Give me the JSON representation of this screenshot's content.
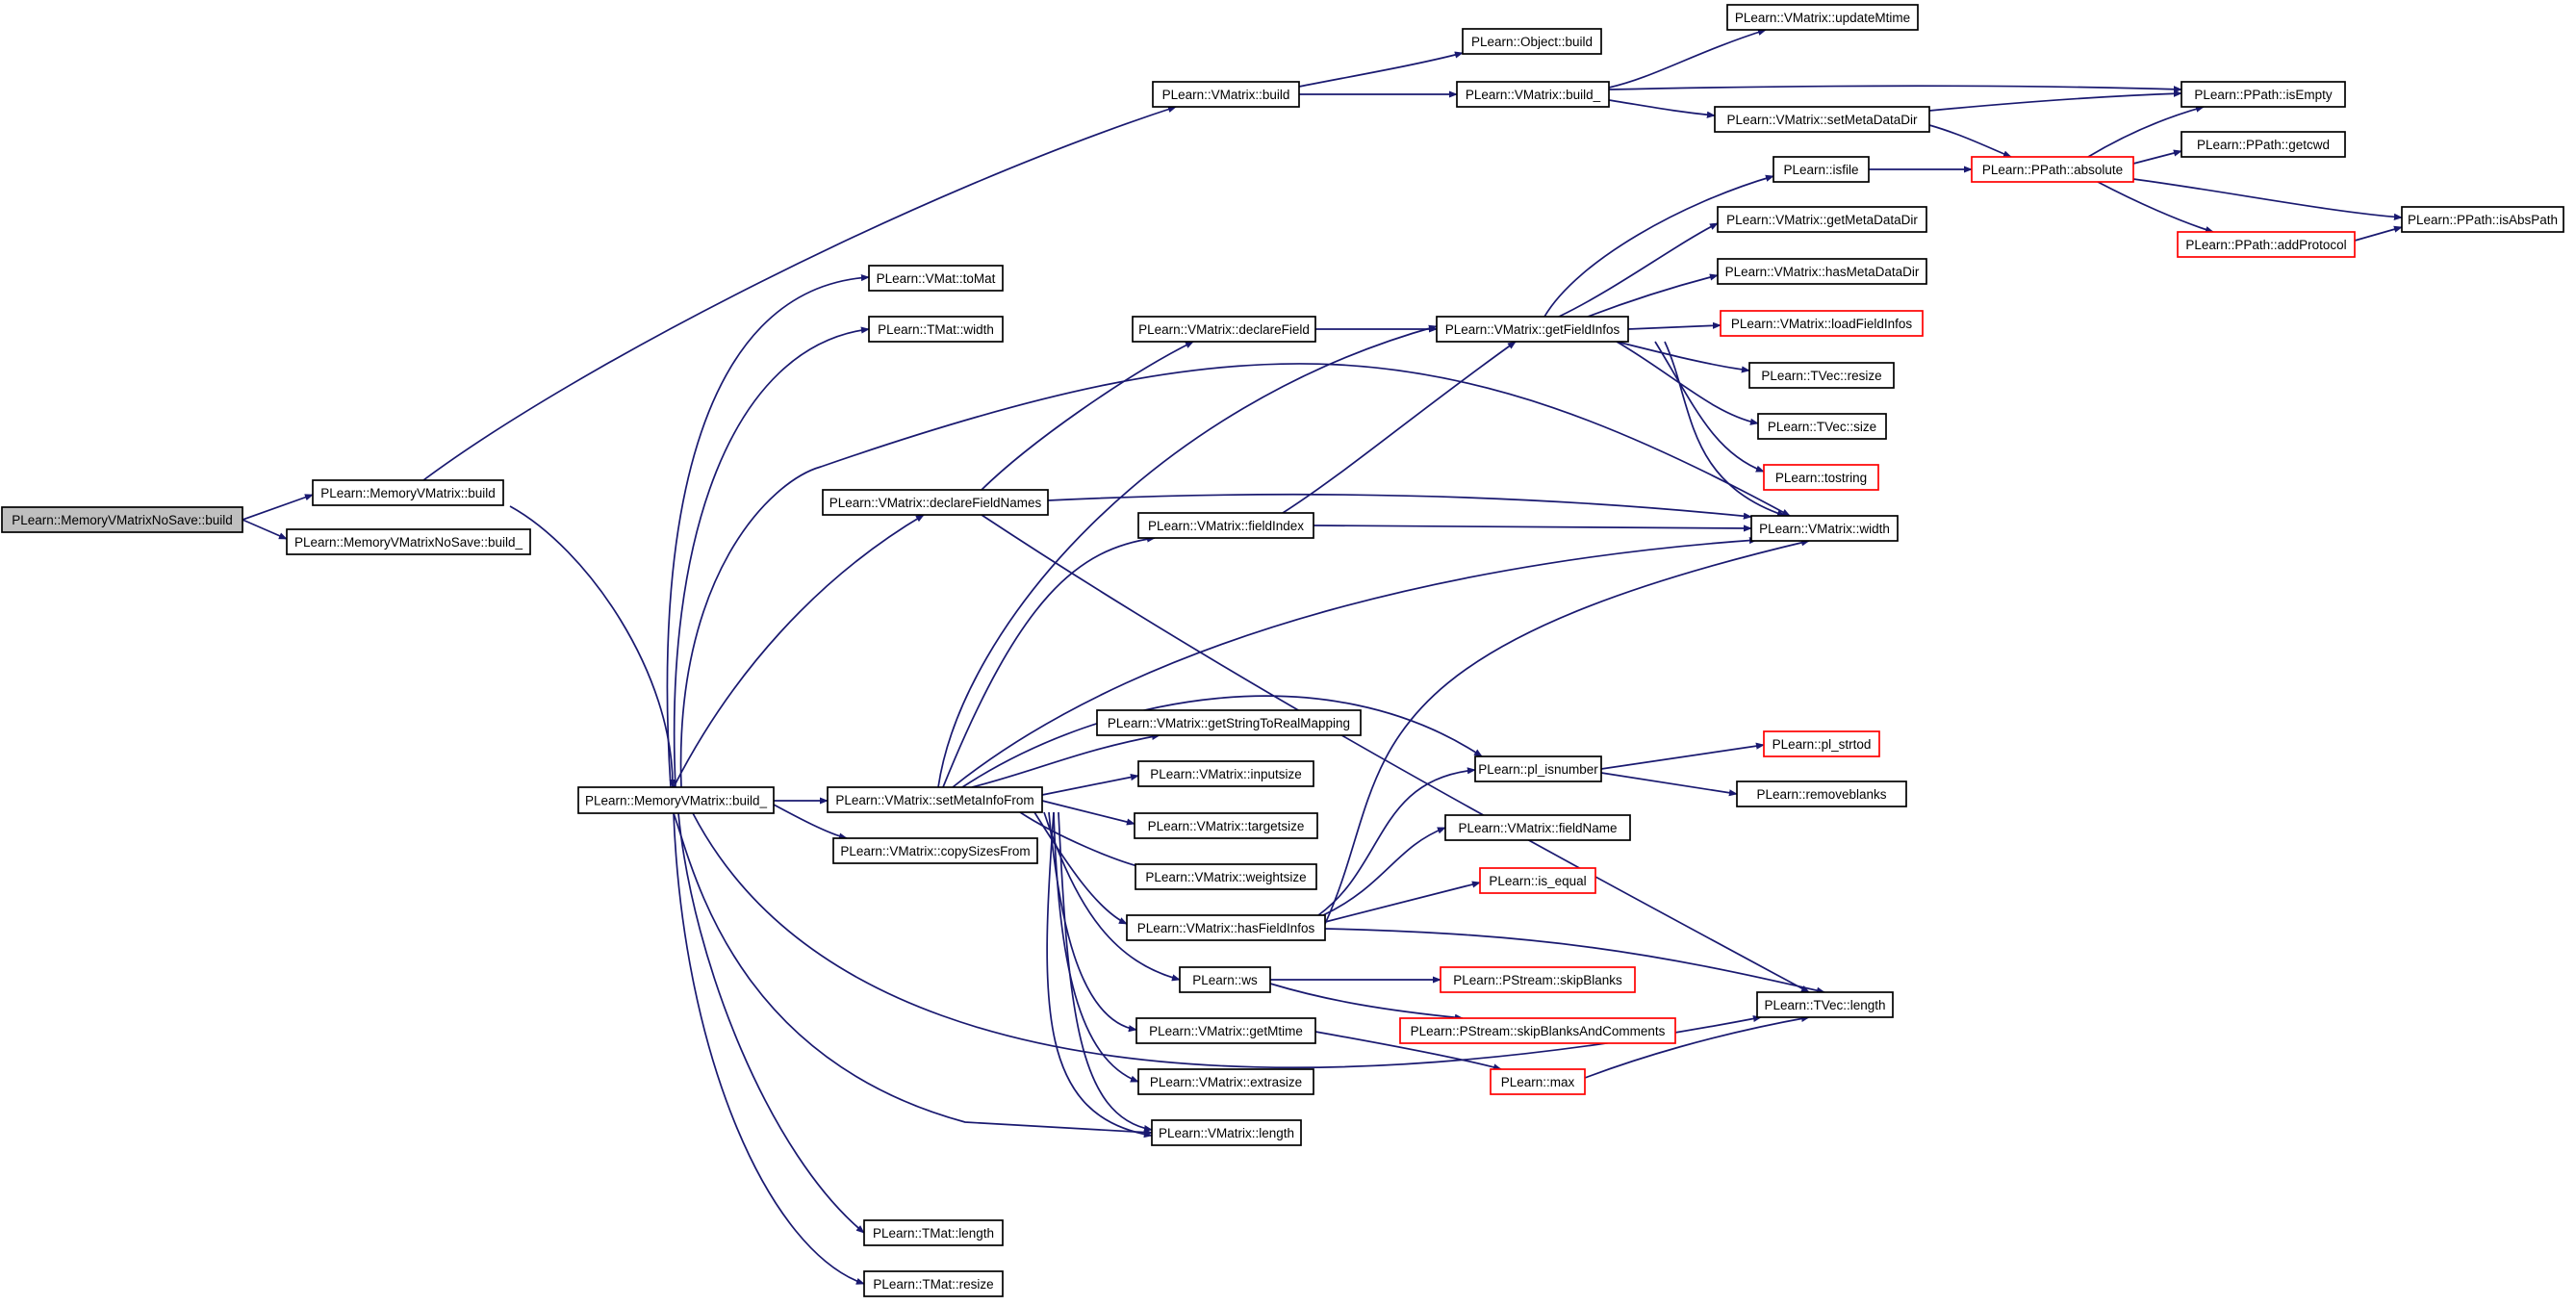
{
  "colors": {
    "edge": "#191970",
    "truncated_border": "#ff0000",
    "root_fill": "#bfbfbf",
    "border": "#000000"
  },
  "nodes": [
    {
      "id": "mvns_build",
      "label": "PLearn::MemoryVMatrixNoSave::build",
      "style": "root"
    },
    {
      "id": "mv_build",
      "label": "PLearn::MemoryVMatrix::build",
      "style": "normal"
    },
    {
      "id": "mvns_build_",
      "label": "PLearn::MemoryVMatrixNoSave::build_",
      "style": "normal"
    },
    {
      "id": "mv_build_",
      "label": "PLearn::MemoryVMatrix::build_",
      "style": "normal"
    },
    {
      "id": "vm_build",
      "label": "PLearn::VMatrix::build",
      "style": "normal"
    },
    {
      "id": "obj_build",
      "label": "PLearn::Object::build",
      "style": "normal"
    },
    {
      "id": "vm_build_",
      "label": "PLearn::VMatrix::build_",
      "style": "normal"
    },
    {
      "id": "vm_updateMtime",
      "label": "PLearn::VMatrix::updateMtime",
      "style": "normal"
    },
    {
      "id": "pp_isEmpty",
      "label": "PLearn::PPath::isEmpty",
      "style": "normal"
    },
    {
      "id": "vm_setMetaDataDir",
      "label": "PLearn::VMatrix::setMetaDataDir",
      "style": "normal"
    },
    {
      "id": "pp_absolute",
      "label": "PLearn::PPath::absolute",
      "style": "truncated"
    },
    {
      "id": "pp_getcwd",
      "label": "PLearn::PPath::getcwd",
      "style": "normal"
    },
    {
      "id": "pp_isAbsPath",
      "label": "PLearn::PPath::isAbsPath",
      "style": "normal"
    },
    {
      "id": "pp_addProtocol",
      "label": "PLearn::PPath::addProtocol",
      "style": "truncated"
    },
    {
      "id": "isfile",
      "label": "PLearn::isfile",
      "style": "normal"
    },
    {
      "id": "vm_getMetaDataDir",
      "label": "PLearn::VMatrix::getMetaDataDir",
      "style": "normal"
    },
    {
      "id": "vm_hasMetaDataDir",
      "label": "PLearn::VMatrix::hasMetaDataDir",
      "style": "normal"
    },
    {
      "id": "vm_loadFieldInfos",
      "label": "PLearn::VMatrix::loadFieldInfos",
      "style": "truncated"
    },
    {
      "id": "tvec_resize",
      "label": "PLearn::TVec::resize",
      "style": "normal"
    },
    {
      "id": "tvec_size",
      "label": "PLearn::TVec::size",
      "style": "normal"
    },
    {
      "id": "tostring",
      "label": "PLearn::tostring",
      "style": "truncated"
    },
    {
      "id": "vm_width",
      "label": "PLearn::VMatrix::width",
      "style": "normal"
    },
    {
      "id": "vmat_toMat",
      "label": "PLearn::VMat::toMat",
      "style": "normal"
    },
    {
      "id": "tmat_width",
      "label": "PLearn::TMat::width",
      "style": "normal"
    },
    {
      "id": "vm_declareField",
      "label": "PLearn::VMatrix::declareField",
      "style": "normal"
    },
    {
      "id": "vm_getFieldInfos",
      "label": "PLearn::VMatrix::getFieldInfos",
      "style": "normal"
    },
    {
      "id": "vm_declareFieldNames",
      "label": "PLearn::VMatrix::declareFieldNames",
      "style": "normal"
    },
    {
      "id": "vm_fieldIndex",
      "label": "PLearn::VMatrix::fieldIndex",
      "style": "normal"
    },
    {
      "id": "vm_getStringToRealMapping",
      "label": "PLearn::VMatrix::getStringToRealMapping",
      "style": "normal"
    },
    {
      "id": "vm_setMetaInfoFrom",
      "label": "PLearn::VMatrix::setMetaInfoFrom",
      "style": "normal"
    },
    {
      "id": "vm_inputsize",
      "label": "PLearn::VMatrix::inputsize",
      "style": "normal"
    },
    {
      "id": "vm_targetsize",
      "label": "PLearn::VMatrix::targetsize",
      "style": "normal"
    },
    {
      "id": "vm_weightsize",
      "label": "PLearn::VMatrix::weightsize",
      "style": "normal"
    },
    {
      "id": "vm_copySizesFrom",
      "label": "PLearn::VMatrix::copySizesFrom",
      "style": "normal"
    },
    {
      "id": "vm_hasFieldInfos",
      "label": "PLearn::VMatrix::hasFieldInfos",
      "style": "normal"
    },
    {
      "id": "ws",
      "label": "PLearn::ws",
      "style": "normal"
    },
    {
      "id": "vm_getMtime",
      "label": "PLearn::VMatrix::getMtime",
      "style": "normal"
    },
    {
      "id": "vm_extrasize",
      "label": "PLearn::VMatrix::extrasize",
      "style": "normal"
    },
    {
      "id": "vm_length",
      "label": "PLearn::VMatrix::length",
      "style": "normal"
    },
    {
      "id": "tmat_length",
      "label": "PLearn::TMat::length",
      "style": "normal"
    },
    {
      "id": "tmat_resize",
      "label": "PLearn::TMat::resize",
      "style": "normal"
    },
    {
      "id": "pl_isnumber",
      "label": "PLearn::pl_isnumber",
      "style": "normal"
    },
    {
      "id": "pl_strtod",
      "label": "PLearn::pl_strtod",
      "style": "truncated"
    },
    {
      "id": "removeblanks",
      "label": "PLearn::removeblanks",
      "style": "normal"
    },
    {
      "id": "vm_fieldName",
      "label": "PLearn::VMatrix::fieldName",
      "style": "normal"
    },
    {
      "id": "is_equal",
      "label": "PLearn::is_equal",
      "style": "truncated"
    },
    {
      "id": "ps_skipBlanks",
      "label": "PLearn::PStream::skipBlanks",
      "style": "truncated"
    },
    {
      "id": "ps_skipBlanksAndComments",
      "label": "PLearn::PStream::skipBlanksAndComments",
      "style": "truncated"
    },
    {
      "id": "max",
      "label": "PLearn::max",
      "style": "truncated"
    },
    {
      "id": "tvec_length",
      "label": "PLearn::TVec::length",
      "style": "normal"
    }
  ]
}
